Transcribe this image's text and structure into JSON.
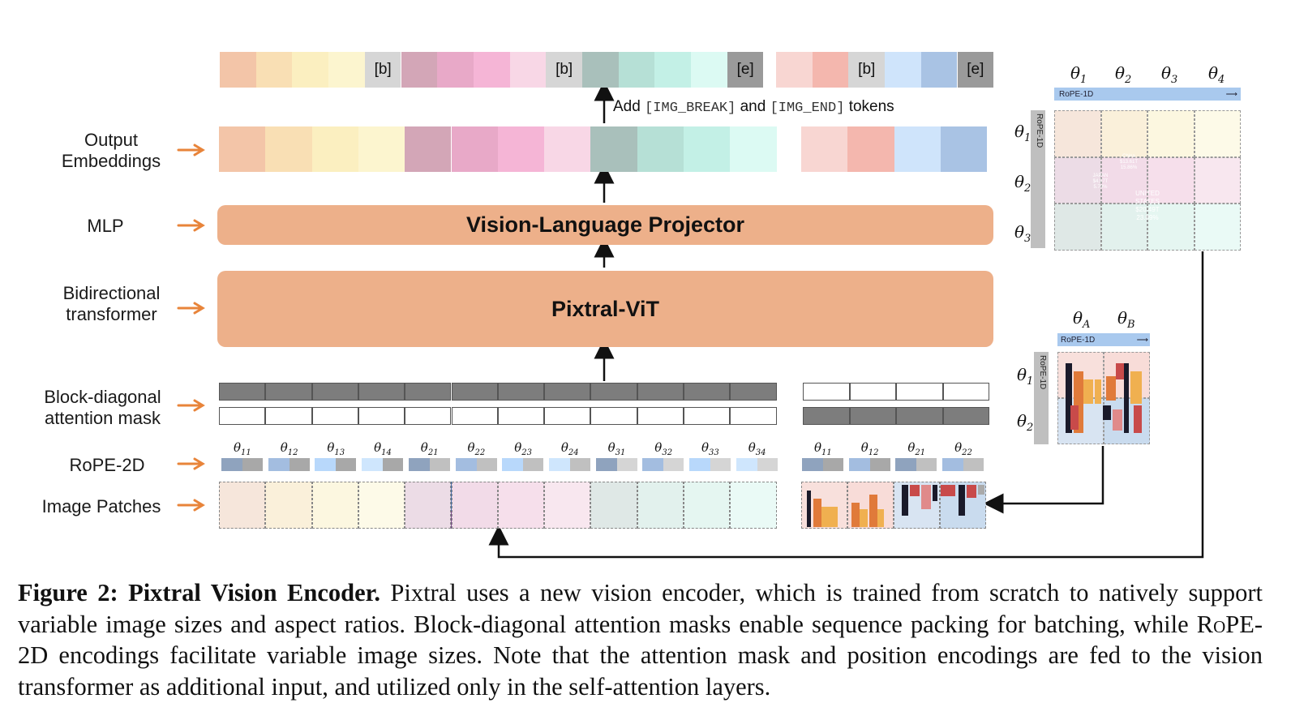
{
  "rows": {
    "output_embeddings": "Output\nEmbeddings",
    "mlp": "MLP",
    "bidirectional": "Bidirectional\ntransformer",
    "mask": "Block-diagonal\nattention mask",
    "rope": "RoPE-2D",
    "patches": "Image Patches"
  },
  "tokens": {
    "break": "[b]",
    "end": "[e]"
  },
  "add_tokens": {
    "prefix": "Add",
    "break": "[IMG_BREAK]",
    "and": "and",
    "end": "[IMG_END]",
    "suffix": "tokens"
  },
  "blocks": {
    "projector": "Vision-Language Projector",
    "vit": "Pixtral-ViT"
  },
  "rope_labels_img1": [
    "θ11",
    "θ12",
    "θ13",
    "θ14",
    "θ21",
    "θ22",
    "θ23",
    "θ24",
    "θ31",
    "θ32",
    "θ33",
    "θ34"
  ],
  "rope_labels_img2": [
    "θ11",
    "θ12",
    "θ21",
    "θ22"
  ],
  "image1": {
    "thetas_top": [
      "θ1",
      "θ2",
      "θ3",
      "θ4"
    ],
    "thetas_side": [
      "θ1",
      "θ2",
      "θ3"
    ],
    "rope_1d": "RoPE-1D",
    "pie_text": {
      "us": "UNITED\nSTATES\n$20.49T\n23.89%",
      "china": "China\n$13.61T\n15.86%",
      "japan": "JAPAN\n$4.97T\n5.79%"
    }
  },
  "image2": {
    "thetas_top": [
      "θA",
      "θB"
    ],
    "thetas_side": [
      "θ1",
      "θ2"
    ],
    "rope_1d": "RoPE-1D"
  },
  "caption": {
    "label": "Figure 2:",
    "title": "Pixtral Vision Encoder.",
    "body_1": "Pixtral uses a new vision encoder, which is trained from scratch to natively support variable image sizes and aspect ratios. Block-diagonal attention masks enable sequence packing for batching, while ",
    "rope": "RoPE-2D",
    "body_2": " encodings facilitate variable image sizes. Note that the attention mask and position encodings are fed to the vision transformer as additional input, and utilized only in the self-attention layers."
  },
  "colors": {
    "block": "#edb08a",
    "arrow_orange": "#e8843a",
    "row1": [
      "#f3c5a8",
      "#f9dfb4",
      "#fbefc0",
      "#fcf5cf"
    ],
    "row2": [
      "#d3a6b7",
      "#e8a9c8",
      "#f5b5d6",
      "#f8d7e6"
    ],
    "row3": [
      "#a9c0bb",
      "#b6e0d6",
      "#c3f0e6",
      "#dcfaf3"
    ],
    "img2_row1": [
      "#f8d6d2",
      "#f4b7ae"
    ],
    "img2_row2": [
      "#cfe4fb",
      "#a9c3e4"
    ]
  }
}
